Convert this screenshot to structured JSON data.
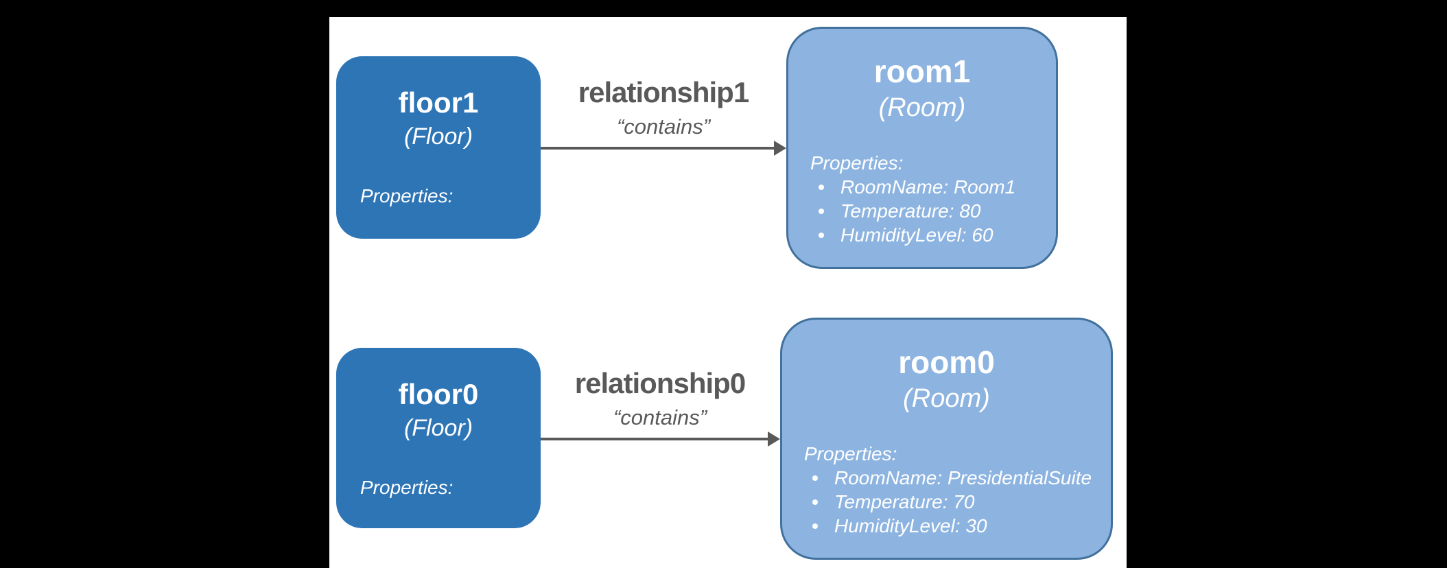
{
  "colors": {
    "page-bg": "#000000",
    "canvas-bg": "#ffffff",
    "floor-fill": "#2e75b6",
    "floor-text": "#ffffff",
    "room-fill": "#8db4e0",
    "room-border": "#41719c",
    "room-text": "#ffffff",
    "relationship-text": "#595959",
    "arrow-color": "#595959"
  },
  "rows": [
    {
      "source": {
        "name": "floor1",
        "model": "(Floor)",
        "properties_label": "Properties:"
      },
      "relationship": {
        "name": "relationship1",
        "tag": "“contains”"
      },
      "target": {
        "name": "room1",
        "model": "(Room)",
        "properties_label": "Properties:",
        "properties": [
          "RoomName: Room1",
          "Temperature: 80",
          "HumidityLevel: 60"
        ]
      }
    },
    {
      "source": {
        "name": "floor0",
        "model": "(Floor)",
        "properties_label": "Properties:"
      },
      "relationship": {
        "name": "relationship0",
        "tag": "“contains”"
      },
      "target": {
        "name": "room0",
        "model": "(Room)",
        "properties_label": "Properties:",
        "properties": [
          "RoomName: PresidentialSuite",
          "Temperature: 70",
          "HumidityLevel: 30"
        ]
      }
    }
  ]
}
